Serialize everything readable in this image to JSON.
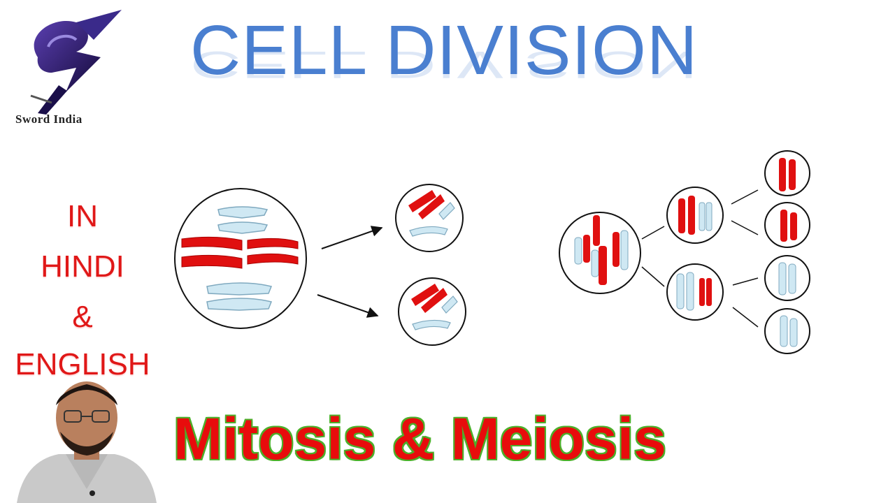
{
  "brand": {
    "name": "Sword India",
    "logo_icon": "sword-logo-icon"
  },
  "title": "CELL DIVISION",
  "side_labels": [
    "IN",
    "HINDI",
    "&",
    "ENGLISH"
  ],
  "subtitle": "Mitosis & Meiosis",
  "colors": {
    "title_blue": "#4a7fd0",
    "chromosome_red": "#e01010",
    "chromosome_blue": "#cfe8f3",
    "subtitle_red": "#e80c0c",
    "subtitle_outline": "#4caf2a",
    "logo_purple": "#2a1a6a"
  }
}
